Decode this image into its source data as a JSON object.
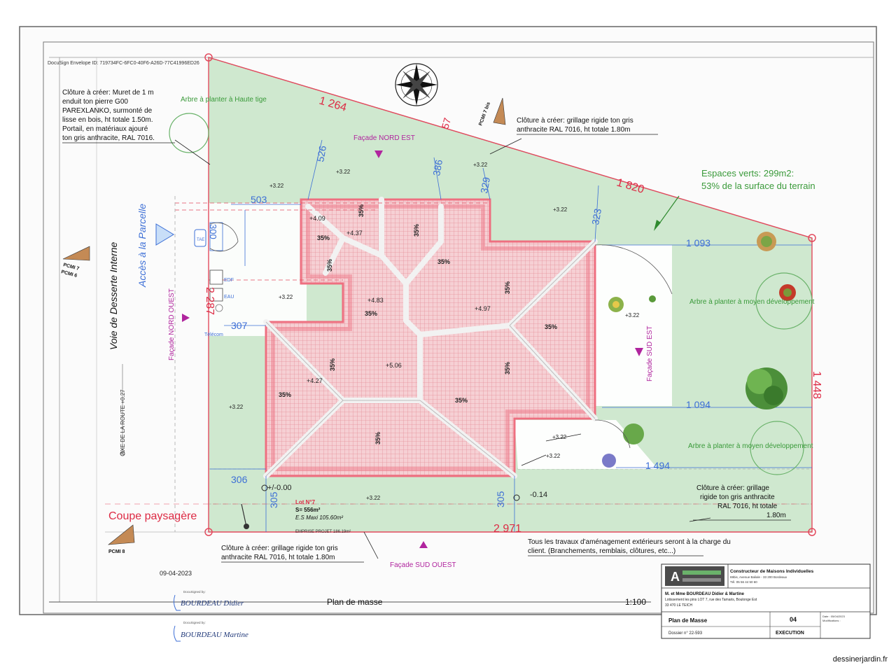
{
  "docusign_id": "DocuSign Envelope ID: 719734FC-6FC0-40F6-A26D-77C41996ED26",
  "colors": {
    "green": "#cfe8cf",
    "green_stroke": "#6ab26a",
    "roof": "#f3c4c8",
    "roof_edge": "#ee6f80",
    "ridge": "#f3f3f3",
    "red_dim": "#dd2a44",
    "blue_dim": "#3d6fd6",
    "magenta": "#b0259e"
  },
  "notes": {
    "fence_nw": [
      "Clôture à créer: Muret de 1 m",
      "enduit ton pierre G00",
      "PAREXLANKO, surmonté de",
      "lisse en bois, ht totale 1.50m.",
      "Portail, en matériaux ajouré",
      "ton gris anthracite, RAL 7016."
    ],
    "fence_ne": [
      "Clôture à créer: grillage rigide ton gris",
      "anthracite RAL 7016, ht totale 1.80m"
    ],
    "fence_se": [
      "Clôture à créer: grillage",
      "rigide ton gris anthracite",
      "RAL 7016, ht totale",
      "1.80m"
    ],
    "fence_sw": [
      "Clôture à créer: grillage rigide ton gris",
      "anthracite RAL 7016, ht totale 1.80m"
    ],
    "works": [
      "Tous les travaux d'aménagement extérieurs seront à la charge du",
      "client. (Branchements, remblais, clôtures, etc...)"
    ]
  },
  "green_spaces": [
    "Espaces verts: 299m2:",
    "53% de la surface du terrain"
  ],
  "trees": {
    "high": "Arbre à planter à Haute tige",
    "medium": "Arbre à planter à moyen développement"
  },
  "facades": {
    "ne": "Façade NORD EST",
    "nw": "Façade NORD OUEST",
    "se": "Façade SUD EST",
    "sw": "Façade SUD OUEST"
  },
  "road": {
    "name": "Voie de Desserte Interne",
    "access": "Accès à la Parcelle",
    "axis": "AXE DE LA ROUTE +0.27"
  },
  "pcmi": [
    "PCMI 7 bis",
    "PCMI 7",
    "PCMI 6",
    "PCMI 8"
  ],
  "dims_red": [
    "1 264",
    "57",
    "1 820",
    "2 287",
    "1 448",
    "2 971"
  ],
  "dims_blue": [
    "526",
    "386",
    "329",
    "323",
    "503",
    "300",
    "307",
    "1 093",
    "1 094",
    "1 494",
    "306",
    "305",
    "305"
  ],
  "levels": [
    "+3.22",
    "+4.09",
    "+4.37",
    "+4.83",
    "+4.97",
    "+5.06",
    "+4.27",
    "+/-0.00",
    "-0.14"
  ],
  "slope": "35%",
  "networks": [
    "TAE",
    "EDF",
    "EAU",
    "Télécom"
  ],
  "lot": [
    "Lot N°7",
    "S= 556m²",
    "E.S Maxi 105.60m²",
    "EMPRISE PROJET 186.19m²"
  ],
  "section": "Coupe paysagère",
  "date": "09-04-2023",
  "signatures": {
    "label": "DocuSigned by:",
    "one": "BOURDEAU Didier",
    "two": "BOURDEAU Martine"
  },
  "plan_title": "Plan de masse",
  "scale": "1:100",
  "cartouche": {
    "company": "Constructeur de Maisons Individuelles",
    "address": "69bis, Avenue Baliale - 33 200 Bordeaux",
    "tel": "Tél. 05 56 44 50 60",
    "client": "M. et Mme BOURDEAU Didier & Martine",
    "site_line1": "Lotissement les pins LOT 7, rue des Tamaris, Boulonge Est",
    "site_line2": "33 470 LE TEICH",
    "date_label": "Date : 05/04/2023",
    "mod_label": "Modifications :",
    "title": "Plan de Masse",
    "number": "04",
    "dossier": "Dossier n° 22-593",
    "phase": "EXECUTION"
  },
  "watermark": "dessinerjardin.fr"
}
